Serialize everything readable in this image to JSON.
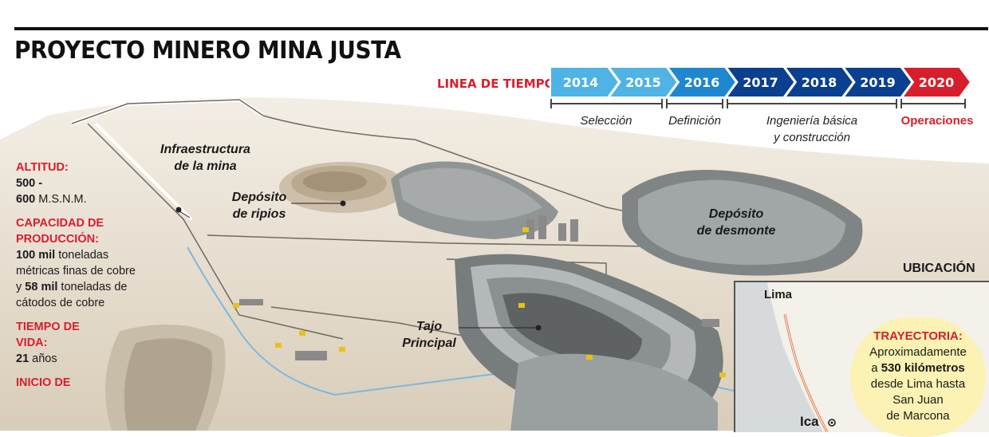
{
  "title": "PROYECTO MINERO MINA JUSTA",
  "timeline": {
    "label": "LINEA DE TIEMPO:",
    "years": [
      {
        "year": "2014",
        "color": "#4fb3e6"
      },
      {
        "year": "2015",
        "color": "#4fb3e6"
      },
      {
        "year": "2016",
        "color": "#1f87cf"
      },
      {
        "year": "2017",
        "color": "#0b3f8f"
      },
      {
        "year": "2018",
        "color": "#0b3f8f"
      },
      {
        "year": "2019",
        "color": "#0b3f8f"
      },
      {
        "year": "2020",
        "color": "#d81e2c"
      }
    ],
    "phases": {
      "seleccion": "Selección",
      "definicion": "Definición",
      "ingenieria_1": "Ingeniería básica",
      "ingenieria_2": "y construcción",
      "operaciones": "Operaciones"
    }
  },
  "labels": {
    "infra_1": "Infraestructura",
    "infra_2": "de la mina",
    "ripios_1": "Depósito",
    "ripios_2": "de ripios",
    "desmonte_1": "Depósito",
    "desmonte_2": "de desmonte",
    "tajo_1": "Tajo",
    "tajo_2": "Principal"
  },
  "facts": {
    "altitud_h": "ALTITUD:",
    "altitud_v1": "500 -",
    "altitud_v2": "600",
    "altitud_unit": "M.S.N.M.",
    "capacidad_h1": "CAPACIDAD DE",
    "capacidad_h2": "PRODUCCIÓN:",
    "cap_b1": "100 mil",
    "cap_t1": "toneladas métricas finas de cobre y",
    "cap_b2": "58 mil",
    "cap_t2": "toneladas de cátodos de cobre",
    "tiempo_h1": "TIEMPO DE",
    "tiempo_h2": "VIDA:",
    "tiempo_b": "21",
    "tiempo_t": "años",
    "inicio_h": "INICIO DE"
  },
  "location": {
    "title": "UBICACIÓN",
    "city_lima": "Lima",
    "city_ica": "Ica",
    "trayectoria_h": "TRAYECTORIA:",
    "tr_1": "Aproximadamente",
    "tr_2a": "a",
    "tr_2b": "530 kilómetros",
    "tr_3": "desde Lima hasta",
    "tr_4": "San Juan",
    "tr_5": "de Marcona"
  },
  "colors": {
    "accent_red": "#d81e2c",
    "light_blue": "#4fb3e6",
    "mid_blue": "#1f87cf",
    "dark_blue": "#0b3f8f",
    "sand": "#e3d9c8",
    "rock": "#8f9494"
  }
}
